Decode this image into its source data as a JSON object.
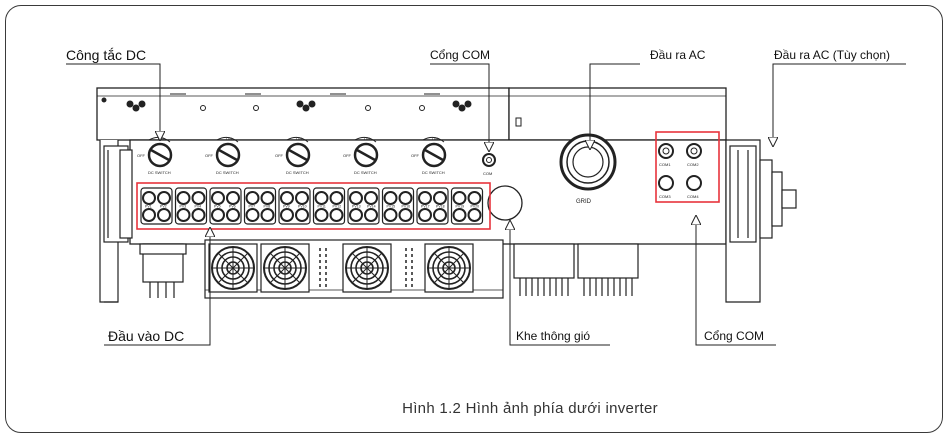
{
  "labels": {
    "dc_switch": "Công tắc DC",
    "com_port_top": "Cổng COM",
    "ac_output": "Đầu ra AC",
    "ac_output_optional": "Đầu ra AC (Tùy chọn)",
    "dc_input": "Đầu vào DC",
    "ventilation": "Khe thông gió",
    "com_port_bottom": "Cổng COM"
  },
  "device_marks": {
    "switch_text": "DC SWITCH",
    "switch_off": "OFF",
    "switch_on": "ON",
    "com": "COM",
    "grid": "GRID",
    "pv_pairs": [
      [
        "PV1",
        "PV2"
      ],
      [
        "PV3",
        "PV4"
      ],
      [
        "PV5",
        "PV6"
      ],
      [
        "PV7",
        "PV8"
      ],
      [
        "PV9",
        "PV10"
      ],
      [
        "PV11",
        "PV12"
      ],
      [
        "PV13",
        "PV14"
      ],
      [
        "PV15",
        "PV16"
      ],
      [
        "PV17",
        "PV18"
      ],
      [
        "PV19",
        "PV20"
      ]
    ],
    "com_ports": [
      "COM1",
      "COM2",
      "COM3",
      "COM4"
    ]
  },
  "caption": "Hình 1.2 Hình ảnh phía dưới inverter",
  "colors": {
    "callout_box": "#e8343c",
    "line": "#222222"
  }
}
